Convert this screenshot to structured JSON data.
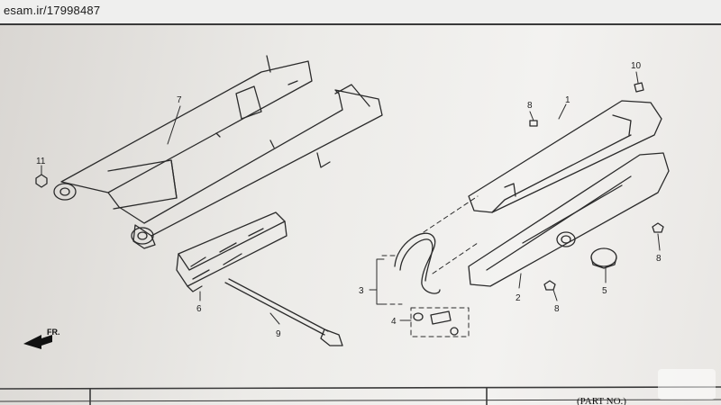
{
  "watermark": "esam.ir/17998487",
  "direction_label": "FR.",
  "footer_text": "(PART NO.)",
  "callouts": {
    "c1": "1",
    "c2": "2",
    "c3": "3",
    "c4": "4",
    "c5": "5",
    "c6": "6",
    "c7": "7",
    "c8a": "8",
    "c8b": "8",
    "c8c": "8",
    "c8d": "8",
    "c9": "9",
    "c10": "10",
    "c11": "11"
  },
  "colors": {
    "ink": "#2b2b2b",
    "paper": "#f0efec",
    "frame": "#3a3a3a"
  }
}
